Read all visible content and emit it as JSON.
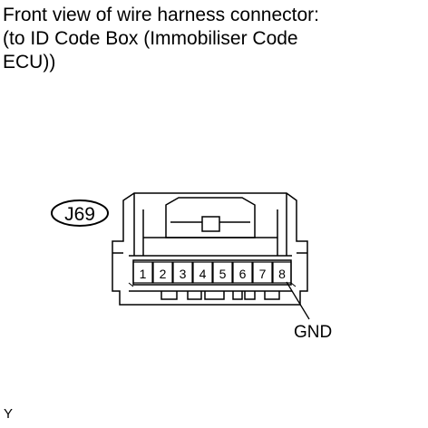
{
  "title_lines": [
    "Front view of wire harness connector:",
    "(to ID Code Box (Immobiliser Code",
    "ECU))"
  ],
  "connector_id": "J69",
  "pins": [
    "1",
    "2",
    "3",
    "4",
    "5",
    "6",
    "7",
    "8"
  ],
  "gnd_label": "GND",
  "footer_code": "Y"
}
